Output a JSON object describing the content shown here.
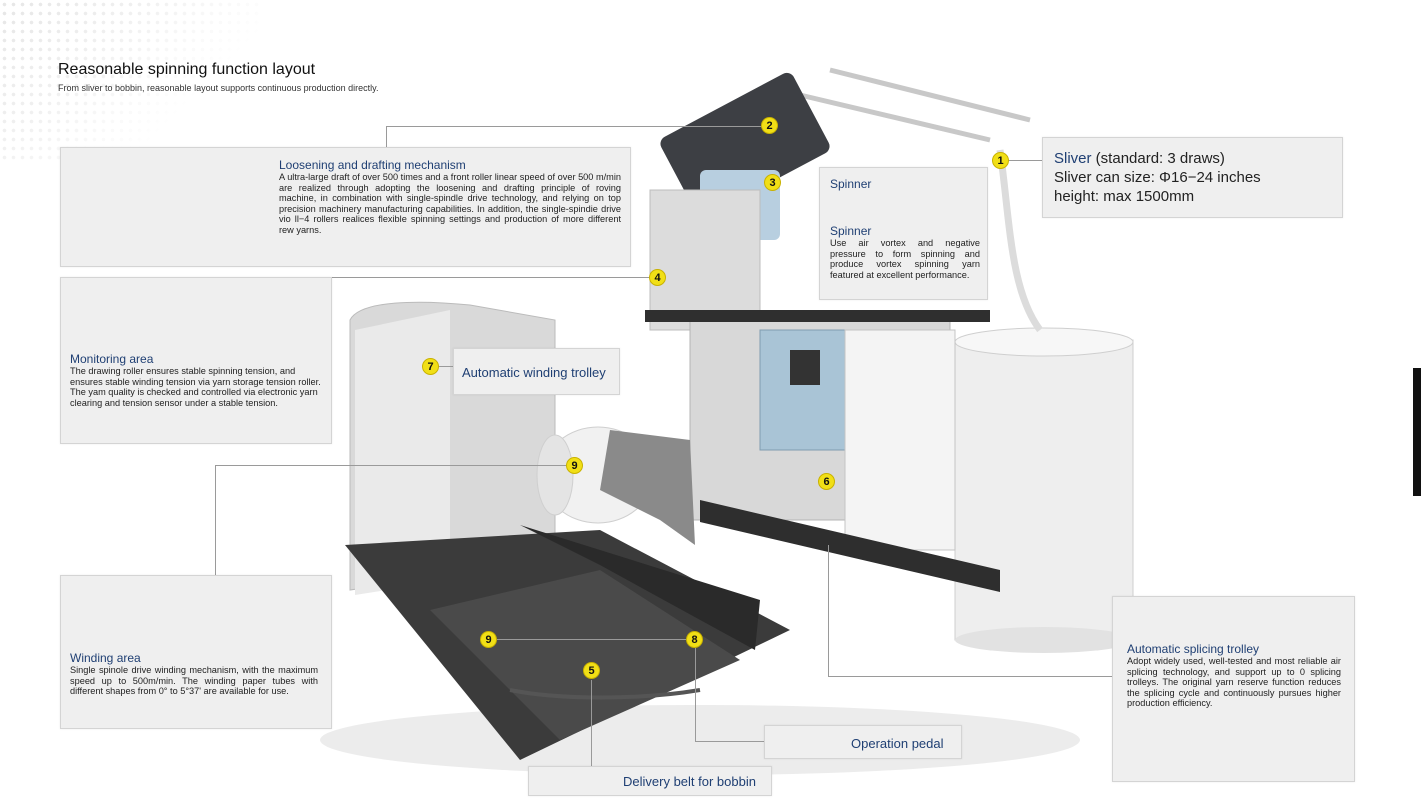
{
  "header": {
    "title": "Reasonable spinning function layout",
    "subtitle": "From sliver to bobbin, reasonable layout supports continuous production directly."
  },
  "callouts": {
    "loosening": {
      "title": "Loosening and drafting mechanism",
      "text": "A ultra-large draft of over 500 times and a front roller linear speed of over 500 m/min are realized through adopting the loosening and drafting principle of roving machine, in combination with single-spindle drive technology, and relying on top precision machinery manufacturing capabilities. In addition, the single-spindie drive vio ll−4 rollers realices flexible spinning settings and production of more different rew yarns."
    },
    "spinner": {
      "label": "Spinner",
      "title": "Spinner",
      "text": "Use air vortex and negative pressure to form spinning and produce vortex spinning yarn featured at excellent performance."
    },
    "sliver": {
      "title": "Sliver",
      "title_suffix": " (standard: 3 draws)",
      "line2": "Sliver can size: Φ16−24 inches",
      "line3": "height: max 1500mm"
    },
    "monitoring": {
      "title": "Monitoring area",
      "text": "The drawing roller ensures stable spinning tension, and ensures stable winding tension via yarn storage tension roller. The yam quality is checked and controlled via electronic yarn clearing and tension sensor under a stable tension."
    },
    "winding_trolley": {
      "label": "Automatic winding trolley"
    },
    "winding": {
      "title": "Winding area",
      "text": "Single spinole drive winding mechanism, with the maximum speed up to 500m/min. The winding paper tubes with different shapes from 0° to 5°37' are available for use."
    },
    "splicing": {
      "title": "Automatic splicing trolley",
      "text": "Adopt widely used, well-tested and most reliable air splicing technology, and support up to 0 splicing trolleys. The original yarn reserve function reduces the splicing cycle and continuously pursues higher production efficiency."
    },
    "operation_pedal": {
      "label": "Operation pedal"
    },
    "delivery_belt": {
      "label": "Delivery belt for bobbin"
    }
  },
  "badges": {
    "b1": "1",
    "b2": "2",
    "b3": "3",
    "b4": "4",
    "b5": "5",
    "b6": "6",
    "b7": "7",
    "b8": "8",
    "b9": "9"
  },
  "colors": {
    "badge": "#f1df16",
    "heading": "#1f3f73",
    "box_bg": "#efefef",
    "panel_blue": "#a9c4d6"
  }
}
